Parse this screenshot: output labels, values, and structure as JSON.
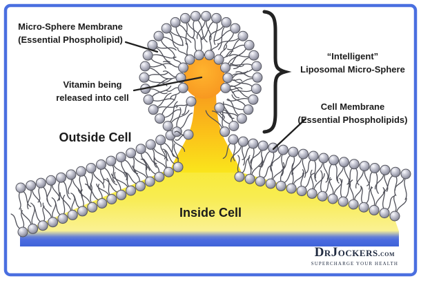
{
  "labels": {
    "micro_line1": "Micro-Sphere Membrane",
    "micro_line2": "(Essential Phospholipid)",
    "vitamin_line1": "Vitamin being",
    "vitamin_line2": "released into cell",
    "outside_cell": "Outside Cell",
    "intelligent_line1": "“Intelligent”",
    "intelligent_line2": "Liposomal Micro-Sphere",
    "cell_membrane_line1": "Cell Membrane",
    "cell_membrane_line2": "(Essential Phospholipids)",
    "inside_cell": "Inside Cell"
  },
  "logo": {
    "brand": "DrJockers",
    "suffix": ".com",
    "tagline": "SUPERCHARGE YOUR HEALTH"
  },
  "colors": {
    "border_blue": "#4a6fe0",
    "band_blue": "#4a6be0",
    "cell_yellow": "#fae81c",
    "vitamin_orange": "#f7941e",
    "ball_gray": "#b9bac6",
    "tail_gray": "#4e4f58",
    "logo_navy": "#1f2a40",
    "label_black": "#1b1b1b"
  }
}
